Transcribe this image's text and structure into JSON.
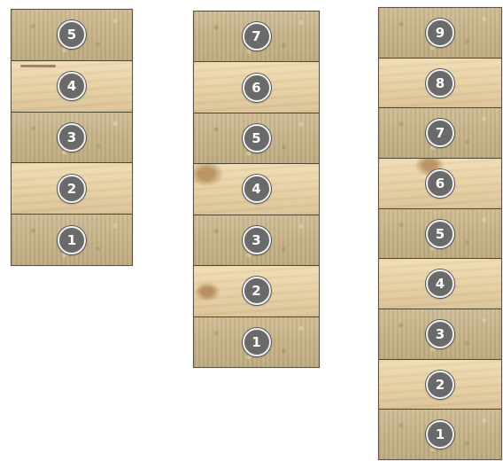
{
  "stacks": [
    {
      "boards": [
        {
          "label": "5",
          "face": "rough"
        },
        {
          "label": "4",
          "face": "smooth"
        },
        {
          "label": "3",
          "face": "rough"
        },
        {
          "label": "2",
          "face": "smooth"
        },
        {
          "label": "1",
          "face": "rough"
        }
      ]
    },
    {
      "boards": [
        {
          "label": "7",
          "face": "rough"
        },
        {
          "label": "6",
          "face": "smooth"
        },
        {
          "label": "5",
          "face": "rough"
        },
        {
          "label": "4",
          "face": "smooth"
        },
        {
          "label": "3",
          "face": "rough"
        },
        {
          "label": "2",
          "face": "smooth"
        },
        {
          "label": "1",
          "face": "rough"
        }
      ]
    },
    {
      "boards": [
        {
          "label": "9",
          "face": "rough"
        },
        {
          "label": "8",
          "face": "smooth"
        },
        {
          "label": "7",
          "face": "rough"
        },
        {
          "label": "6",
          "face": "smooth"
        },
        {
          "label": "5",
          "face": "rough"
        },
        {
          "label": "4",
          "face": "smooth"
        },
        {
          "label": "3",
          "face": "rough"
        },
        {
          "label": "2",
          "face": "smooth"
        },
        {
          "label": "1",
          "face": "rough"
        }
      ]
    }
  ],
  "colors": {
    "badge_fill": "#6a6a6a",
    "badge_ring": "#f2f2f2",
    "rough_wood": "#c2ae84",
    "smooth_wood": "#e4cda2"
  }
}
